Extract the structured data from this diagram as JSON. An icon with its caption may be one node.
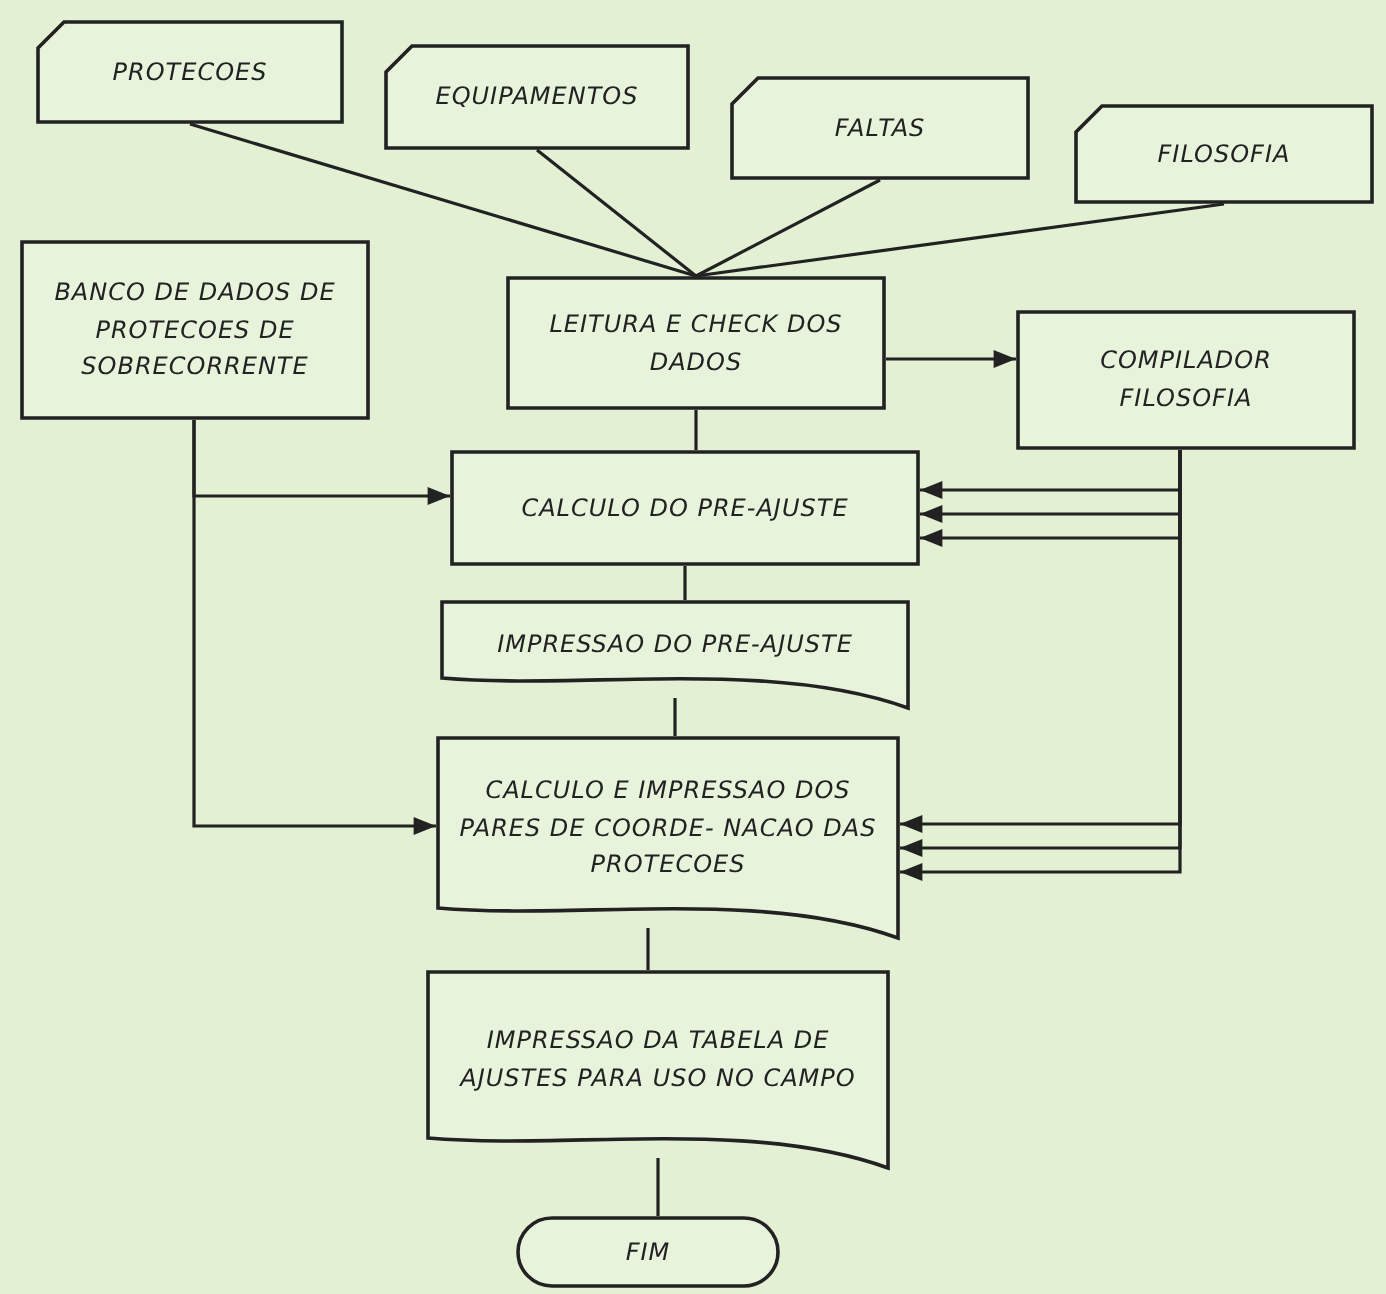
{
  "diagram": {
    "nodes": [
      {
        "text": [
          "PROTECOES"
        ]
      },
      {
        "text": [
          "EQUIPAMENTOS"
        ]
      },
      {
        "text": [
          "FALTAS"
        ]
      },
      {
        "text": [
          "FILOSOFIA"
        ]
      },
      {
        "text": [
          "BANCO DE DADOS DE PROTECOES DE SOBRECORRENTE"
        ]
      },
      {
        "text": [
          "LEITURA E CHECK DOS DADOS"
        ]
      },
      {
        "text": [
          "COMPILADOR FILOSOFIA"
        ]
      },
      {
        "text": [
          "CALCULO DO PRE-AJUSTE"
        ]
      },
      {
        "text": [
          "IMPRESSAO DO PRE-AJUSTE"
        ]
      },
      {
        "text": [
          "CALCULO E IMPRESSAO DOS PARES DE COORDE- NACAO DAS PROTECOES"
        ]
      },
      {
        "text": [
          "IMPRESSAO DA TABELA DE AJUSTES PARA USO NO CAMPO"
        ]
      },
      {
        "text": [
          "FIM"
        ]
      }
    ],
    "edges": [
      {
        "from": 0,
        "to": 5,
        "arrow": "none"
      },
      {
        "from": 1,
        "to": 5,
        "arrow": "none"
      },
      {
        "from": 2,
        "to": 5,
        "arrow": "none"
      },
      {
        "from": 3,
        "to": 5,
        "arrow": "none"
      },
      {
        "from": 5,
        "to": 6,
        "arrow": "to"
      },
      {
        "from": 5,
        "to": 7,
        "arrow": "none"
      },
      {
        "from": 4,
        "to": 7,
        "arrow": "to"
      },
      {
        "from": 4,
        "to": 9,
        "arrow": "to"
      },
      {
        "from": 6,
        "to": 7,
        "arrow": "to"
      },
      {
        "from": 6,
        "to": 7,
        "arrow": "to"
      },
      {
        "from": 6,
        "to": 7,
        "arrow": "to"
      },
      {
        "from": 6,
        "to": 9,
        "arrow": "to"
      },
      {
        "from": 6,
        "to": 9,
        "arrow": "to"
      },
      {
        "from": 6,
        "to": 9,
        "arrow": "to"
      },
      {
        "from": 7,
        "to": 8,
        "arrow": "none"
      },
      {
        "from": 8,
        "to": 9,
        "arrow": "none"
      },
      {
        "from": 9,
        "to": 10,
        "arrow": "none"
      },
      {
        "from": 10,
        "to": 11,
        "arrow": "none"
      }
    ]
  }
}
